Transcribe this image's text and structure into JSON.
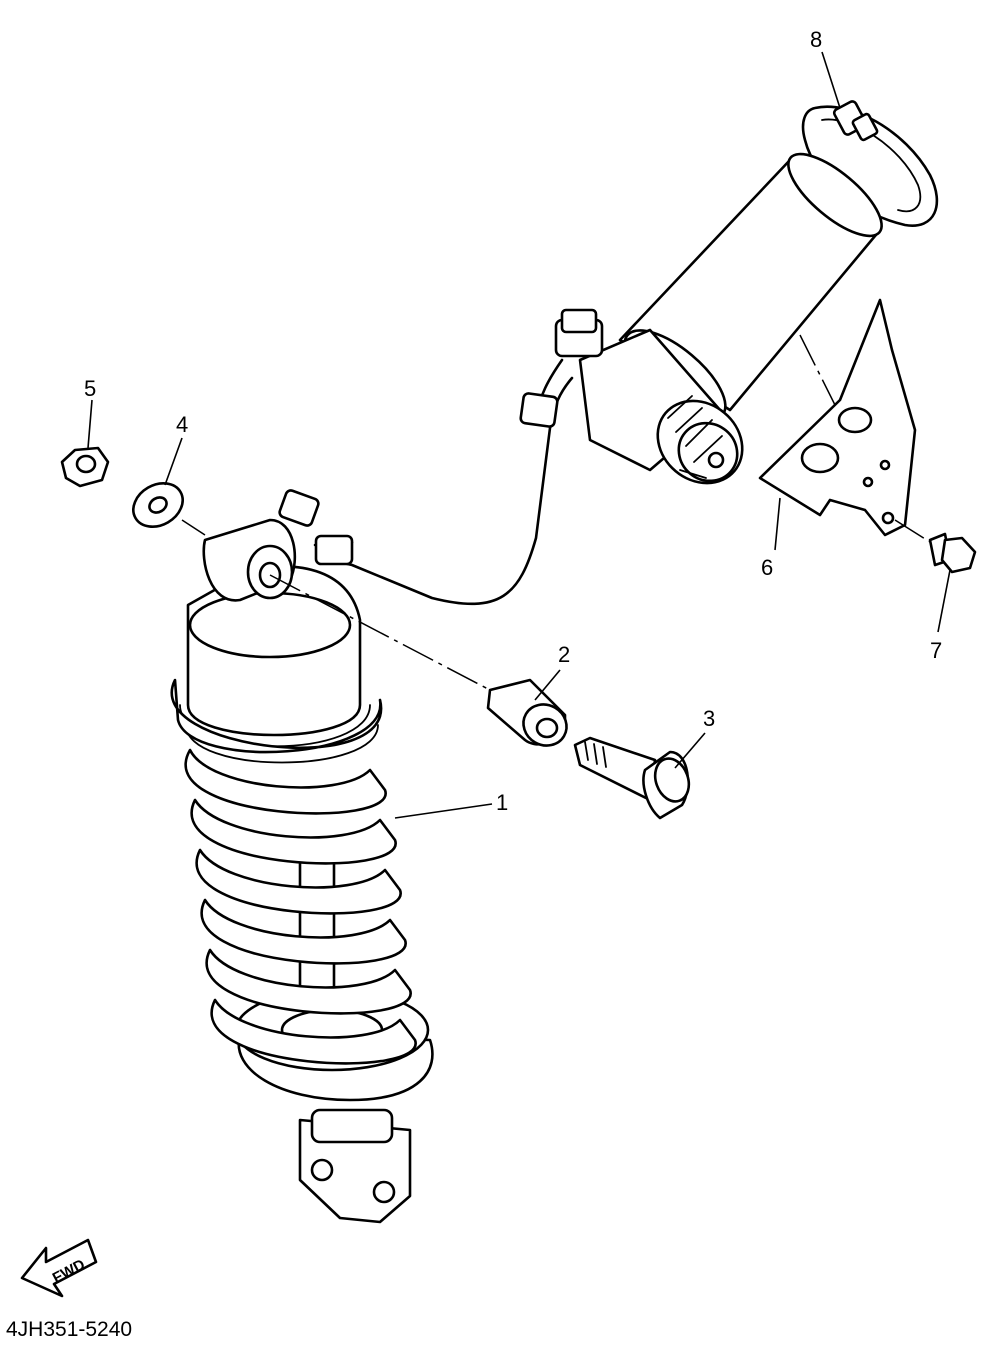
{
  "diagram_code": "4JH351-5240",
  "fwd_label": "FWD",
  "callouts": [
    {
      "id": "1",
      "label": "1"
    },
    {
      "id": "2",
      "label": "2"
    },
    {
      "id": "3",
      "label": "3"
    },
    {
      "id": "4",
      "label": "4"
    },
    {
      "id": "5",
      "label": "5"
    },
    {
      "id": "6",
      "label": "6"
    },
    {
      "id": "7",
      "label": "7"
    },
    {
      "id": "8",
      "label": "8"
    }
  ],
  "colors": {
    "line": "#000000",
    "background": "#ffffff"
  }
}
